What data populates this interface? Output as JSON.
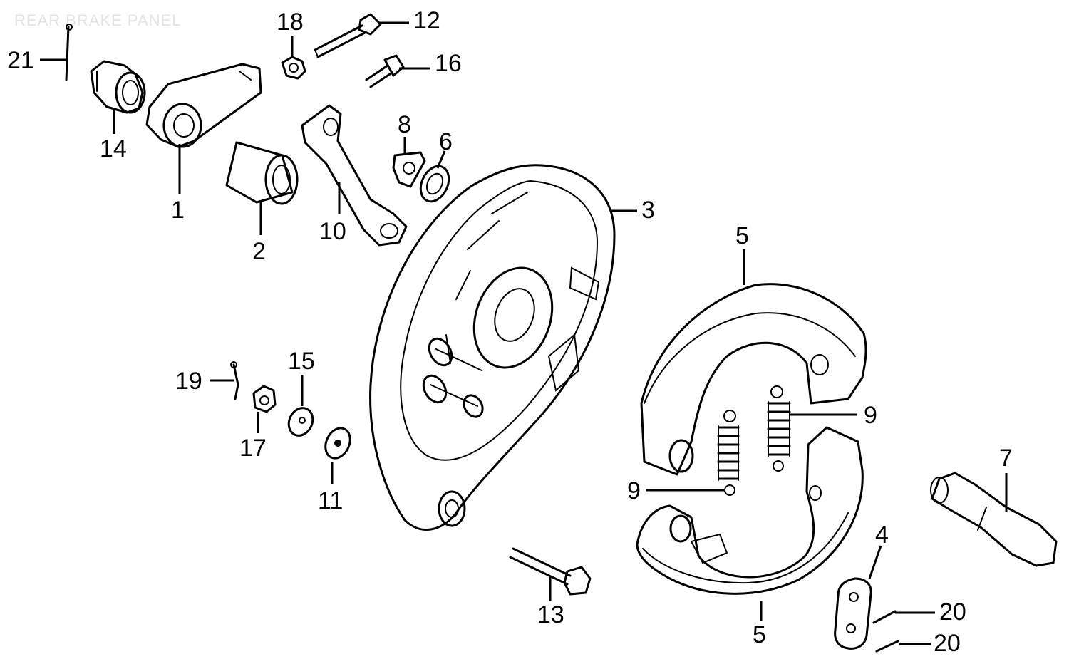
{
  "watermark": "REAR BRAKE PANEL",
  "callouts": [
    {
      "id": "1",
      "text": "1"
    },
    {
      "id": "2",
      "text": "2"
    },
    {
      "id": "3",
      "text": "3"
    },
    {
      "id": "4",
      "text": "4"
    },
    {
      "id": "5a",
      "text": "5"
    },
    {
      "id": "5b",
      "text": "5"
    },
    {
      "id": "6",
      "text": "6"
    },
    {
      "id": "7",
      "text": "7"
    },
    {
      "id": "8",
      "text": "8"
    },
    {
      "id": "9a",
      "text": "9"
    },
    {
      "id": "9b",
      "text": "9"
    },
    {
      "id": "10",
      "text": "10"
    },
    {
      "id": "11",
      "text": "11"
    },
    {
      "id": "12",
      "text": "12"
    },
    {
      "id": "13",
      "text": "13"
    },
    {
      "id": "14",
      "text": "14"
    },
    {
      "id": "15",
      "text": "15"
    },
    {
      "id": "16",
      "text": "16"
    },
    {
      "id": "17",
      "text": "17"
    },
    {
      "id": "18",
      "text": "18"
    },
    {
      "id": "19",
      "text": "19"
    },
    {
      "id": "20a",
      "text": "20"
    },
    {
      "id": "20b",
      "text": "20"
    },
    {
      "id": "21",
      "text": "21"
    }
  ]
}
